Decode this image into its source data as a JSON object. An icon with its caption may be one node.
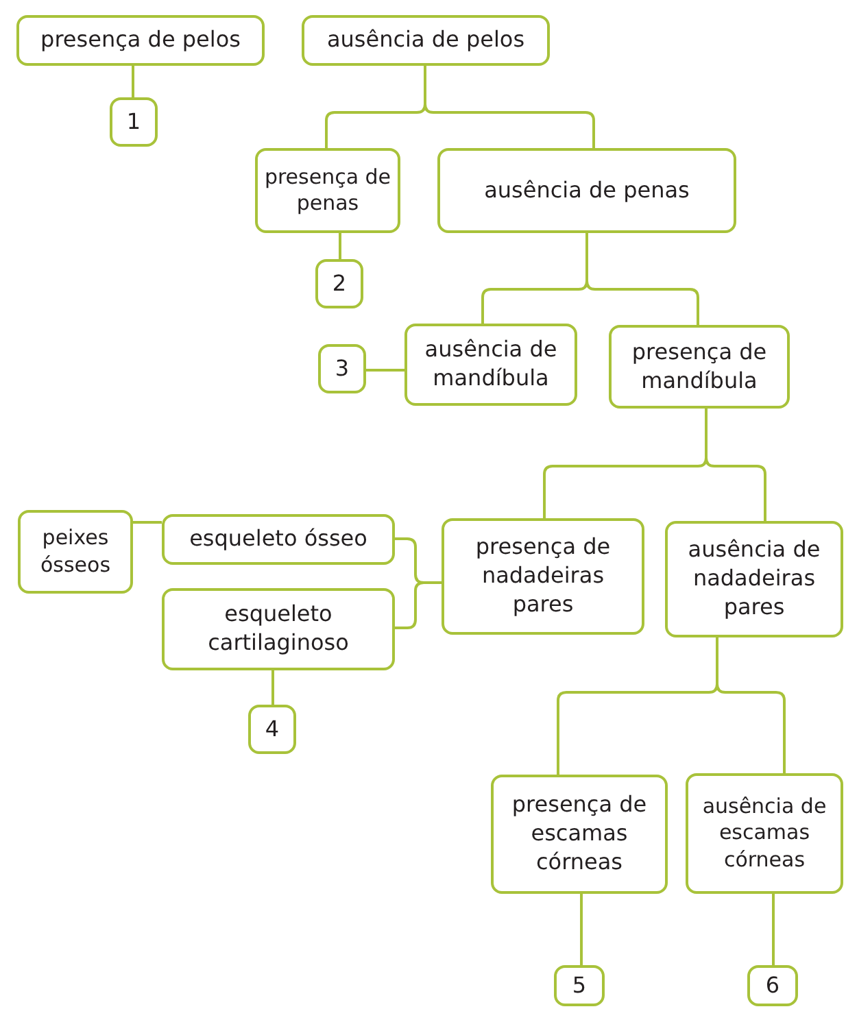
{
  "diagram": {
    "nodes": [
      {
        "text": [
          "presença de pelos"
        ]
      },
      {
        "text": [
          "1"
        ]
      },
      {
        "text": [
          "ausência de pelos"
        ]
      },
      {
        "text": [
          "presença de penas"
        ]
      },
      {
        "text": [
          "ausência de penas"
        ]
      },
      {
        "text": [
          "2"
        ]
      },
      {
        "text": [
          "ausência de mandíbula"
        ]
      },
      {
        "text": [
          "presença de mandíbula"
        ]
      },
      {
        "text": [
          "3"
        ]
      },
      {
        "text": [
          "presença de nadadeiras pares"
        ]
      },
      {
        "text": [
          "ausência de nadadeiras pares"
        ]
      },
      {
        "text": [
          "peixes ósseos"
        ]
      },
      {
        "text": [
          "esqueleto ósseo"
        ]
      },
      {
        "text": [
          "esqueleto cartilaginoso"
        ]
      },
      {
        "text": [
          "4"
        ]
      },
      {
        "text": [
          "presença de escamas córneas"
        ]
      },
      {
        "text": [
          "ausência de escamas córneas"
        ]
      },
      {
        "text": [
          "5"
        ]
      },
      {
        "text": [
          "6"
        ]
      }
    ],
    "edges": [
      {
        "from": 0,
        "to": 1,
        "arrow": "none"
      },
      {
        "from": 2,
        "to": 3,
        "arrow": "none"
      },
      {
        "from": 2,
        "to": 4,
        "arrow": "none"
      },
      {
        "from": 3,
        "to": 5,
        "arrow": "none"
      },
      {
        "from": 4,
        "to": 6,
        "arrow": "none"
      },
      {
        "from": 4,
        "to": 7,
        "arrow": "none"
      },
      {
        "from": 6,
        "to": 8,
        "arrow": "none"
      },
      {
        "from": 7,
        "to": 9,
        "arrow": "none"
      },
      {
        "from": 7,
        "to": 10,
        "arrow": "none"
      },
      {
        "from": 9,
        "to": 12,
        "arrow": "none"
      },
      {
        "from": 9,
        "to": 13,
        "arrow": "none"
      },
      {
        "from": 11,
        "to": 12,
        "arrow": "none"
      },
      {
        "from": 13,
        "to": 14,
        "arrow": "none"
      },
      {
        "from": 10,
        "to": 15,
        "arrow": "none"
      },
      {
        "from": 10,
        "to": 16,
        "arrow": "none"
      },
      {
        "from": 15,
        "to": 17,
        "arrow": "none"
      },
      {
        "from": 16,
        "to": 18,
        "arrow": "none"
      }
    ]
  }
}
